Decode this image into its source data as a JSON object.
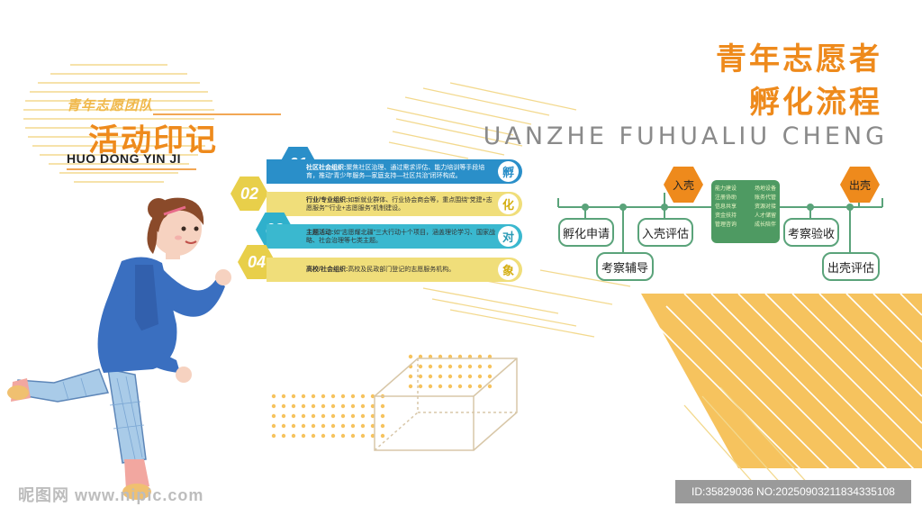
{
  "left_header": {
    "team_label": "青年志愿团队",
    "activity_title": "活动印记",
    "pinyin": "HUO DONG YIN JI"
  },
  "right_header": {
    "title_line1": "青年志愿者",
    "title_line2": "孵化流程",
    "pinyin": "UANZHE FUHUALIU CHENG"
  },
  "items": [
    {
      "num": "01",
      "label": "社区社会组织:",
      "text": "聚焦社区治理、通过需求评估、能力培训等手段培育，推动“青少年服务—家庭支持—社区共治”闭环构成。",
      "side_char": "孵"
    },
    {
      "num": "02",
      "label": "行业/专业组织:",
      "text": "如新就业群体、行业协会商会等，重点围绕“党建+志愿服务”“行业+志愿服务”机制建设。",
      "side_char": "化"
    },
    {
      "num": "03",
      "label": "主题活动:",
      "text": "如“志愿耀北疆”三大行动十个项目，涵盖理论学习、国家战略、社会治理等七类主题。",
      "side_char": "对"
    },
    {
      "num": "04",
      "label": "高校/社会组织:",
      "text": "高校及民政部门登记的志愿服务机构。",
      "side_char": "象"
    }
  ],
  "flow": {
    "enter_shell": "入壳",
    "exit_shell": "出壳",
    "steps": {
      "apply": "孵化申请",
      "assist": "考察辅导",
      "enter_eval": "入壳评估",
      "inspect": "考察验收",
      "exit_eval": "出壳评估"
    },
    "support_items": [
      [
        "能力建设",
        "场地设备"
      ],
      [
        "注册协助",
        "账务代管"
      ],
      [
        "信息共享",
        "资源对接"
      ],
      [
        "资金扶持",
        "人才储留"
      ],
      [
        "管理咨询",
        "成长陪伴"
      ]
    ]
  },
  "watermark": {
    "left": "昵图网 www.nipic.com",
    "right": "ID:35829036 NO:20250903211834335108"
  },
  "colors": {
    "orange": "#ee8a1c",
    "blue": "#2a8fc9",
    "yellow": "#e8cf4a",
    "cyan": "#3ab8cf",
    "green": "#5aa37a"
  }
}
